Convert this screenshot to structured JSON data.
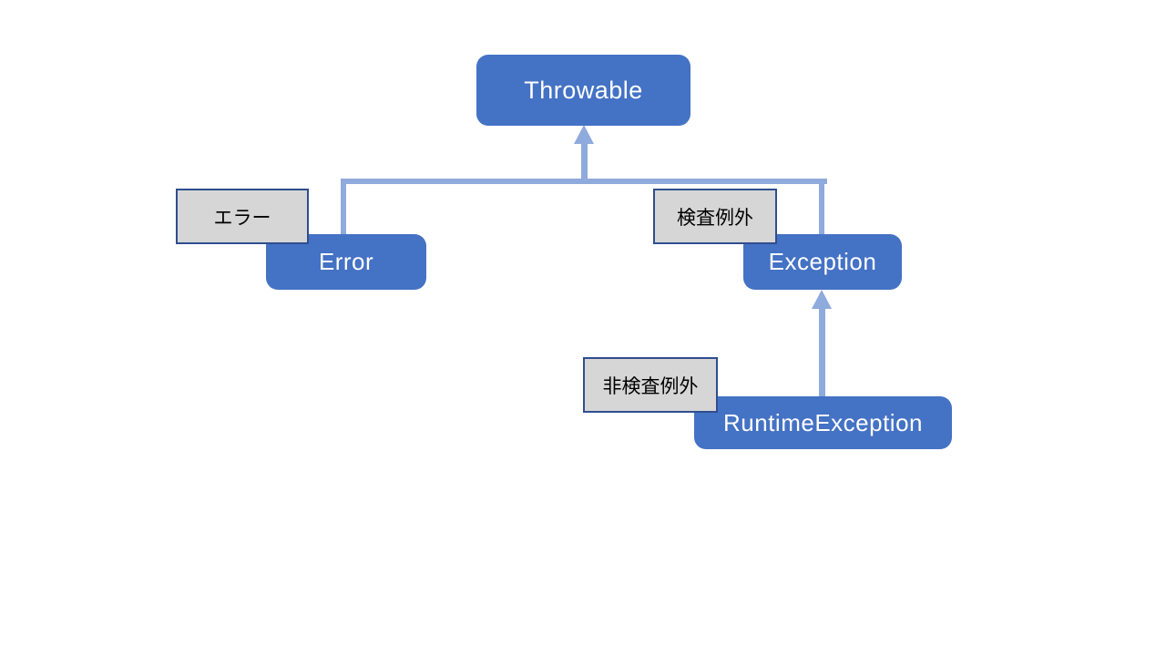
{
  "diagram": {
    "description": "Java exception class hierarchy diagram",
    "nodes": {
      "throwable": {
        "label": "Throwable"
      },
      "error": {
        "label": "Error"
      },
      "exception": {
        "label": "Exception"
      },
      "runtime_exception": {
        "label": "RuntimeException"
      }
    },
    "annotations": {
      "error_ja": {
        "label": "エラー"
      },
      "checked_exception": {
        "label": "検査例外"
      },
      "unchecked_exception": {
        "label": "非検査例外"
      }
    },
    "edges": [
      {
        "from": "Error",
        "to": "Throwable",
        "type": "inheritance"
      },
      {
        "from": "Exception",
        "to": "Throwable",
        "type": "inheritance"
      },
      {
        "from": "RuntimeException",
        "to": "Exception",
        "type": "inheritance"
      }
    ],
    "colors": {
      "node_fill": "#4472C4",
      "node_text": "#FFFFFF",
      "connector": "#8FAADC",
      "annotation_fill": "#D6D6D6",
      "annotation_border": "#2F4E8F",
      "annotation_text": "#000000",
      "background": "#FFFFFF"
    }
  }
}
